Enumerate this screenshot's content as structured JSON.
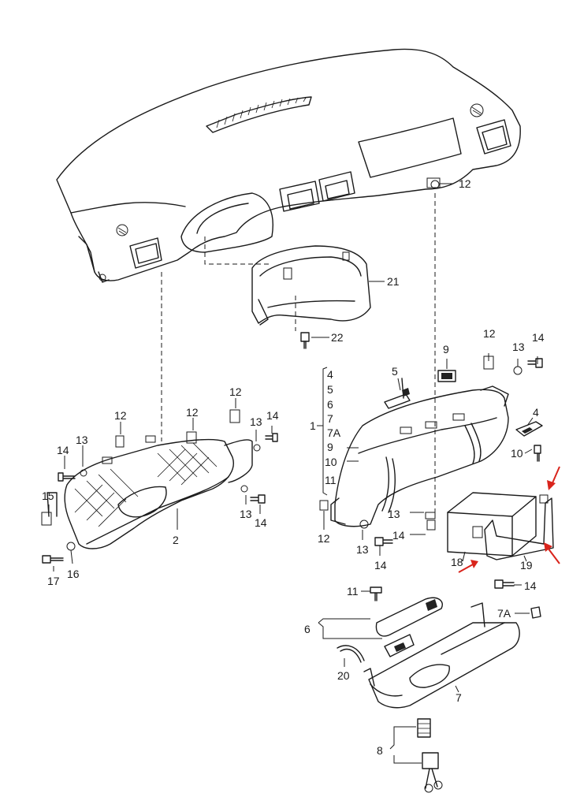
{
  "callouts": {
    "c1": "1",
    "c2": "2",
    "c4a": "4",
    "c4b": "4",
    "c5a": "5",
    "c5b": "5",
    "c6a": "6",
    "c6b": "6",
    "c7a": "7",
    "c7b": "7",
    "c7A_a": "7A",
    "c7A_b": "7A",
    "c8": "8",
    "c9a": "9",
    "c9b": "9",
    "c10a": "10",
    "c10b": "10",
    "c11a": "11",
    "c11b": "11",
    "c12_top": "12",
    "c12_left1": "12",
    "c12_left2": "12",
    "c12_left3": "12",
    "c12_right1": "12",
    "c12_right2": "12",
    "c13_left1": "13",
    "c13_left2": "13",
    "c13_left3": "13",
    "c13_right1": "13",
    "c13_right2": "13",
    "c13_right3": "13",
    "c14_left1": "14",
    "c14_left2": "14",
    "c14_left3": "14",
    "c14_right1": "14",
    "c14_right2": "14",
    "c14_right3": "14",
    "c14_right4": "14",
    "c15": "15",
    "c16": "16",
    "c17": "17",
    "c18": "18",
    "c19": "19",
    "c20": "20",
    "c21": "21",
    "c22": "22"
  },
  "colors": {
    "line": "#1a1a1a",
    "highlight_arrow": "#d9241c",
    "background": "#ffffff"
  }
}
